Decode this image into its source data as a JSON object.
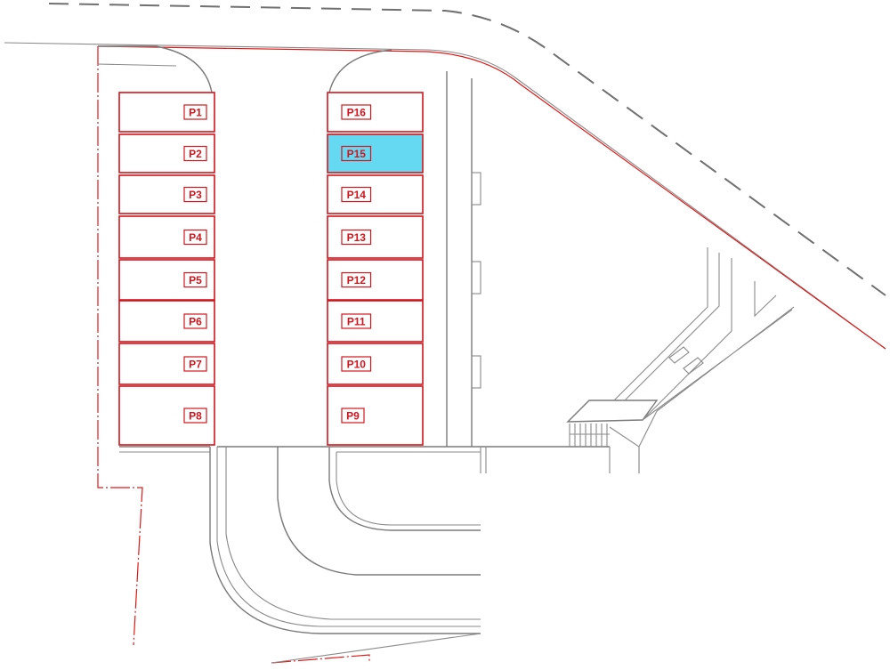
{
  "plan": {
    "colors": {
      "slot_outline": "#d4141c",
      "selected_fill": "#66d9f2",
      "boundary_line": "#e01818",
      "road_line": "#7a7a7a"
    },
    "selected_slot": "P15",
    "left_column": [
      "P1",
      "P2",
      "P3",
      "P4",
      "P5",
      "P6",
      "P7",
      "P8"
    ],
    "right_column": [
      "P16",
      "P15",
      "P14",
      "P13",
      "P12",
      "P11",
      "P10",
      "P9"
    ]
  }
}
